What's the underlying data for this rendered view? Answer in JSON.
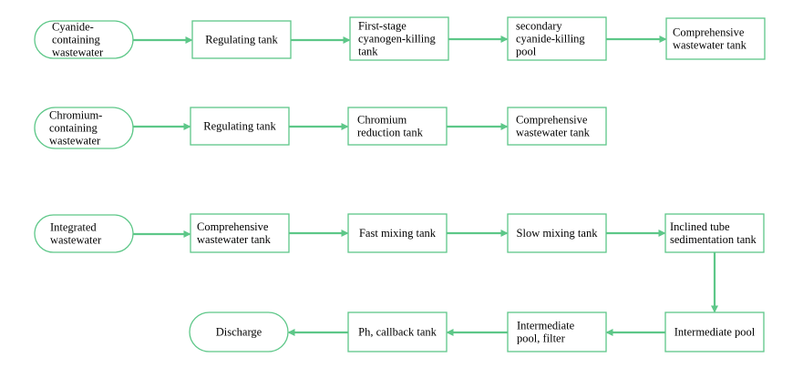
{
  "colors": {
    "stroke": "#5dc788",
    "fill": "#ffffff",
    "text": "#000000"
  },
  "flows": [
    {
      "nodes": [
        {
          "id": "cy-src",
          "shape": "terminal",
          "lines": [
            "Cyanide-",
            "containing",
            "wastewater"
          ]
        },
        {
          "id": "cy-reg",
          "shape": "process",
          "lines": [
            "Regulating tank"
          ]
        },
        {
          "id": "cy-first",
          "shape": "process",
          "lines": [
            "First-stage",
            "cyanogen-killing",
            "tank"
          ]
        },
        {
          "id": "cy-second",
          "shape": "process",
          "lines": [
            "secondary",
            "cyanide-killing",
            "pool"
          ]
        },
        {
          "id": "cy-comp",
          "shape": "process",
          "lines": [
            "Comprehensive",
            "wastewater tank"
          ]
        }
      ]
    },
    {
      "nodes": [
        {
          "id": "cr-src",
          "shape": "terminal",
          "lines": [
            "Chromium-",
            "containing",
            "wastewater"
          ]
        },
        {
          "id": "cr-reg",
          "shape": "process",
          "lines": [
            "Regulating tank"
          ]
        },
        {
          "id": "cr-red",
          "shape": "process",
          "lines": [
            "Chromium",
            "reduction tank"
          ]
        },
        {
          "id": "cr-comp",
          "shape": "process",
          "lines": [
            "Comprehensive",
            "wastewater tank"
          ]
        }
      ]
    },
    {
      "nodes": [
        {
          "id": "in-src",
          "shape": "terminal",
          "lines": [
            "Integrated",
            "wastewater"
          ]
        },
        {
          "id": "in-comp",
          "shape": "process",
          "lines": [
            "Comprehensive",
            "wastewater tank"
          ]
        },
        {
          "id": "in-fast",
          "shape": "process",
          "lines": [
            "Fast mixing tank"
          ]
        },
        {
          "id": "in-slow",
          "shape": "process",
          "lines": [
            "Slow mixing tank"
          ]
        },
        {
          "id": "in-sed",
          "shape": "process",
          "lines": [
            "Inclined tube",
            "sedimentation tank"
          ]
        },
        {
          "id": "in-pool",
          "shape": "process",
          "lines": [
            "Intermediate pool"
          ]
        },
        {
          "id": "in-filter",
          "shape": "process",
          "lines": [
            "Intermediate",
            "pool, filter"
          ]
        },
        {
          "id": "in-ph",
          "shape": "process",
          "lines": [
            "Ph, callback tank"
          ]
        },
        {
          "id": "in-dis",
          "shape": "terminal",
          "lines": [
            "Discharge"
          ]
        }
      ]
    }
  ]
}
